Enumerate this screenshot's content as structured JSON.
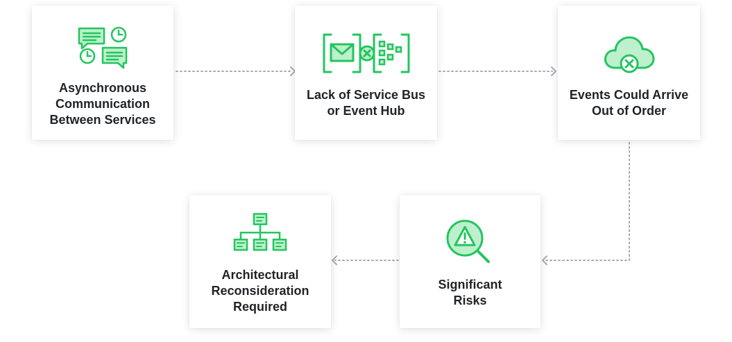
{
  "theme": {
    "accent": "#22c55e",
    "accent_fill": "#bdf0cc",
    "connector": "#a6abb3"
  },
  "nodes": [
    {
      "id": "async",
      "icon": "chat-clock-icon",
      "lines": [
        "Asynchronous",
        "Communication",
        "Between Services"
      ]
    },
    {
      "id": "bus",
      "icon": "mail-blocked-queue-icon",
      "lines": [
        "Lack of Service Bus",
        "or Event Hub"
      ]
    },
    {
      "id": "events",
      "icon": "cloud-error-icon",
      "lines": [
        "Events Could Arrive",
        "Out of Order"
      ]
    },
    {
      "id": "risks",
      "icon": "magnifier-warning-icon",
      "lines": [
        "Significant",
        "Risks"
      ]
    },
    {
      "id": "arch",
      "icon": "hierarchy-diagram-icon",
      "lines": [
        "Architectural",
        "Reconsideration",
        "Required"
      ]
    }
  ]
}
